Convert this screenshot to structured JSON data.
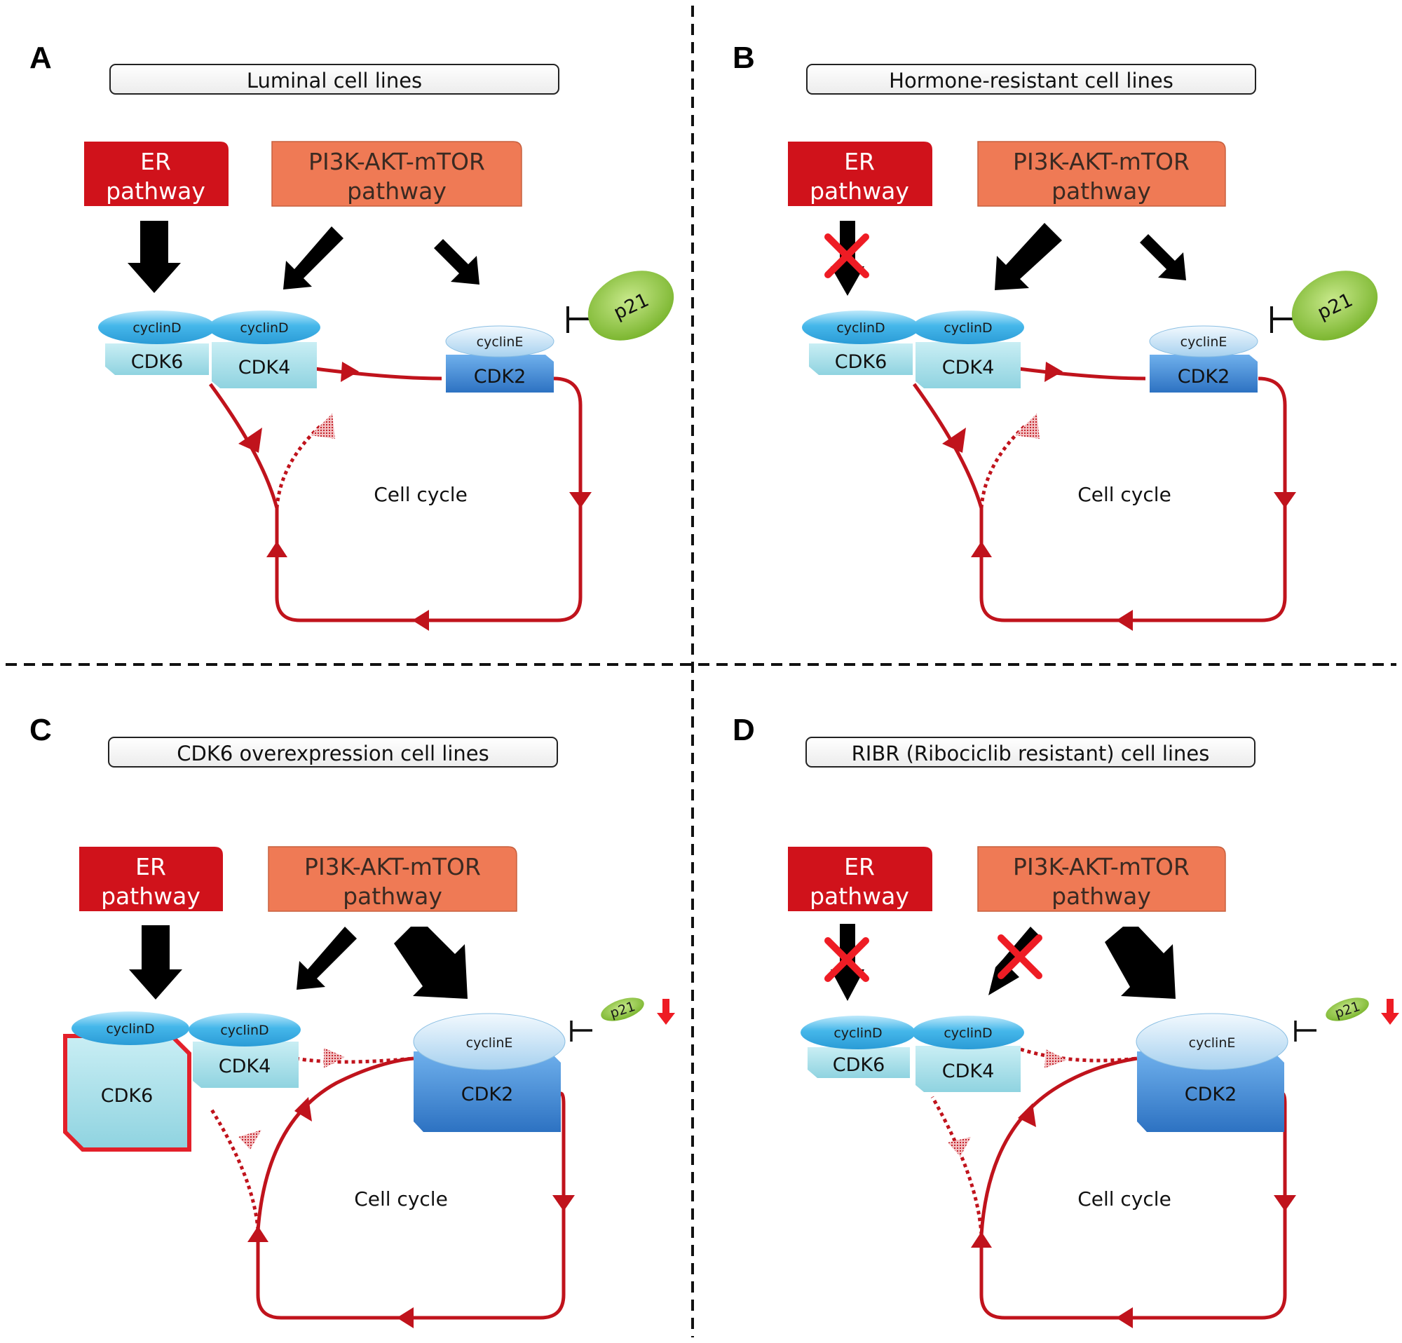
{
  "panels": [
    {
      "letter": "A",
      "title": "Luminal cell lines",
      "er_line1": "ER",
      "er_line2": "pathway",
      "pi3k_line1": "PI3K-AKT-mTOR",
      "pi3k_line2": "pathway",
      "cyclinD_1": "cyclinD",
      "cyclinD_2": "cyclinD",
      "cdk6": "CDK6",
      "cdk4": "CDK4",
      "cyclinE": "cyclinE",
      "cdk2": "CDK2",
      "p21": "p21",
      "cell_cycle": "Cell cycle"
    },
    {
      "letter": "B",
      "title": "Hormone-resistant cell lines",
      "er_line1": "ER",
      "er_line2": "pathway",
      "pi3k_line1": "PI3K-AKT-mTOR",
      "pi3k_line2": "pathway",
      "cyclinD_1": "cyclinD",
      "cyclinD_2": "cyclinD",
      "cdk6": "CDK6",
      "cdk4": "CDK4",
      "cyclinE": "cyclinE",
      "cdk2": "CDK2",
      "p21": "p21",
      "cell_cycle": "Cell cycle"
    },
    {
      "letter": "C",
      "title": "CDK6 overexpression cell lines",
      "er_line1": "ER",
      "er_line2": "pathway",
      "pi3k_line1": "PI3K-AKT-mTOR",
      "pi3k_line2": "pathway",
      "cyclinD_1": "cyclinD",
      "cyclinD_2": "cyclinD",
      "cdk6": "CDK6",
      "cdk4": "CDK4",
      "cyclinE": "cyclinE",
      "cdk2": "CDK2",
      "p21": "p21",
      "cell_cycle": "Cell cycle"
    },
    {
      "letter": "D",
      "title": "RIBR (Ribociclib resistant) cell lines",
      "er_line1": "ER",
      "er_line2": "pathway",
      "pi3k_line1": "PI3K-AKT-mTOR",
      "pi3k_line2": "pathway",
      "cyclinD_1": "cyclinD",
      "cyclinD_2": "cyclinD",
      "cdk6": "CDK6",
      "cdk4": "CDK4",
      "cyclinE": "cyclinE",
      "cdk2": "CDK2",
      "p21": "p21",
      "cell_cycle": "Cell cycle"
    }
  ],
  "colors": {
    "er_box": "#d0121b",
    "pi3k_box": "#ef7a55",
    "cycle_line": "#c0131c",
    "cyclinD": "#3fb2e6",
    "cdk_light": "#8fd3e0",
    "cdk2_blue": "#3c84cf",
    "cyclinE": "#b9dcf2",
    "p21_green": "#8cc63f",
    "inhibit_cross": "#ee1c24"
  },
  "icons": [
    "down-arrow-icon",
    "cross-mark-icon",
    "inhibition-bar-icon",
    "red-down-arrow-icon"
  ]
}
